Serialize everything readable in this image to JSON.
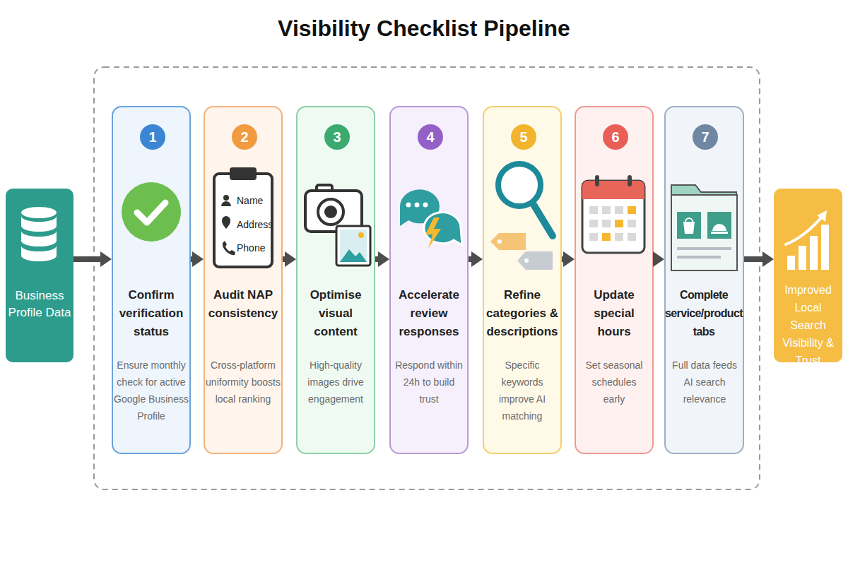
{
  "diagram": {
    "title": "Visibility Checklist Pipeline",
    "nodes": [
      {
        "text": [
          "Business Profile Data"
        ]
      },
      {
        "text": [
          "Confirm verification status",
          "Ensure monthly check for active Google Business Profile"
        ]
      },
      {
        "text": [
          "1"
        ],
        "in": 1
      },
      {
        "text": [
          "Audit NAP consistency",
          "Cross-platform uniformity boosts local ranking"
        ]
      },
      {
        "text": [
          "2"
        ],
        "in": 3
      },
      {
        "text": [
          "Optimise visual content",
          "High-quality images drive engagement"
        ]
      },
      {
        "text": [
          "3"
        ],
        "in": 5
      },
      {
        "text": [
          "Accelerate review responses",
          "Respond within 24h to build trust"
        ]
      },
      {
        "text": [
          "4"
        ],
        "in": 7
      },
      {
        "text": [
          "Refine categories & descriptions",
          "Specific keywords improve AI matching"
        ]
      },
      {
        "text": [
          "5"
        ],
        "in": 9
      },
      {
        "text": [
          "Update special hours",
          "Set seasonal schedules early"
        ]
      },
      {
        "text": [
          "6"
        ],
        "in": 11
      },
      {
        "text": [
          "Complete service/product tabs",
          "Full data feeds AI search relevance"
        ]
      },
      {
        "text": [
          "7"
        ],
        "in": 13
      },
      {
        "text": [
          "Improved Local Search Visibility & Trust"
        ]
      }
    ],
    "edges": [
      {
        "from": 0,
        "to": 1,
        "arrow": "to"
      },
      {
        "from": 1,
        "to": 3,
        "arrow": "to"
      },
      {
        "from": 3,
        "to": 5,
        "arrow": "to"
      },
      {
        "from": 5,
        "to": 7,
        "arrow": "to"
      },
      {
        "from": 7,
        "to": 9,
        "arrow": "to"
      },
      {
        "from": 9,
        "to": 11,
        "arrow": "to"
      },
      {
        "from": 11,
        "to": 13,
        "arrow": "to"
      },
      {
        "from": 13,
        "to": 15,
        "arrow": "to"
      }
    ],
    "labels": [
      "Name",
      "Address",
      "Phone"
    ]
  }
}
